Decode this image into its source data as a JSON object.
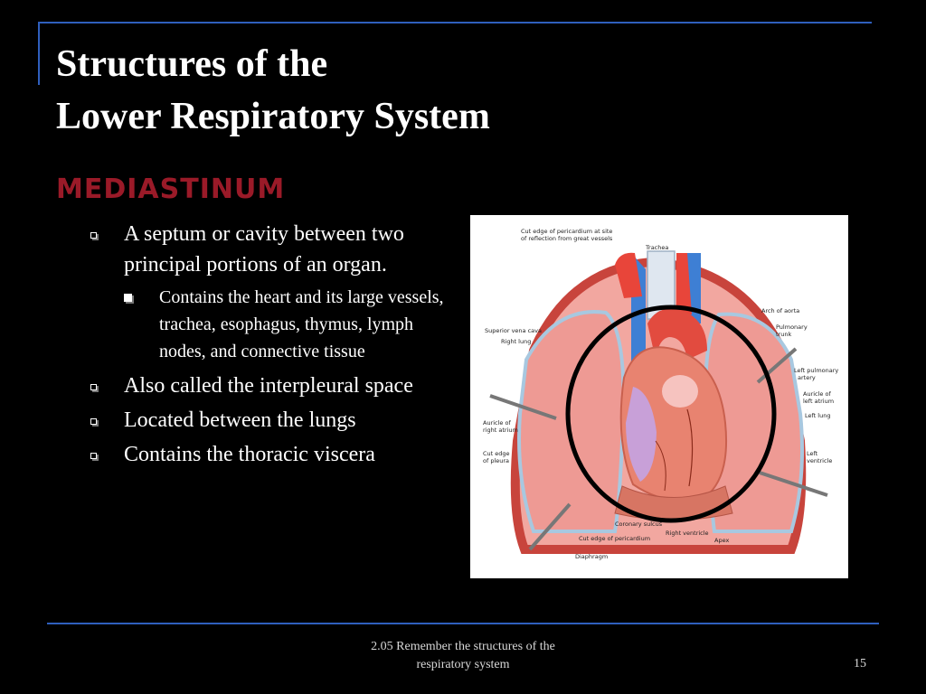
{
  "slide": {
    "title_line1": "Structures of the",
    "title_line2": "Lower Respiratory System",
    "subtitle": "MEDIASTINUM",
    "bullets": [
      {
        "text": "A septum or cavity between two principal portions of an organ.",
        "subbullets": [
          "Contains the heart and its large vessels, trachea, esophagus, thymus, lymph nodes, and connective tissue"
        ]
      },
      {
        "text": "Also called the interpleural space",
        "subbullets": []
      },
      {
        "text": "Located between the lungs",
        "subbullets": []
      },
      {
        "text": "Contains the thoracic viscera",
        "subbullets": []
      }
    ],
    "footer_line1": "2.05 Remember the structures of  the",
    "footer_line2": "respiratory system",
    "page_number": "15"
  },
  "figure": {
    "labels": {
      "cut_edge_line1": "Cut edge of pericardium at site",
      "cut_edge_line2": "of reflection from great vessels",
      "trachea": "Trachea",
      "arch_of_aorta": "Arch of aorta",
      "pulmonary_trunk_line1": "Pulmonary",
      "pulmonary_trunk_line2": "trunk",
      "superior_vena_cava": "Superior vena cava",
      "right_lung": "Right lung",
      "left_pulmonary_artery_line1": "Left pulmonary",
      "left_pulmonary_artery_line2": "artery",
      "auricle_left_atrium_line1": "Auricle of",
      "auricle_left_atrium_line2": "left atrium",
      "left_lung": "Left lung",
      "auricle_right_atrium_line1": "Auricle of",
      "auricle_right_atrium_line2": "right atrium",
      "cut_edge_pleura_line1": "Cut edge",
      "cut_edge_pleura_line2": "of pleura",
      "left_ventricle_line1": "Left",
      "left_ventricle_line2": "ventricle",
      "coronary_sulcus": "Coronary sulcus",
      "right_ventricle": "Right ventricle",
      "apex": "Apex",
      "cut_edge_pericardium": "Cut edge of pericardium",
      "diaphragm": "Diaphragm"
    }
  },
  "colors": {
    "title": "#ffffff",
    "subtitle": "#9a1a28",
    "accent_line": "#2f5fbd",
    "highlight_circle": "#000000"
  }
}
